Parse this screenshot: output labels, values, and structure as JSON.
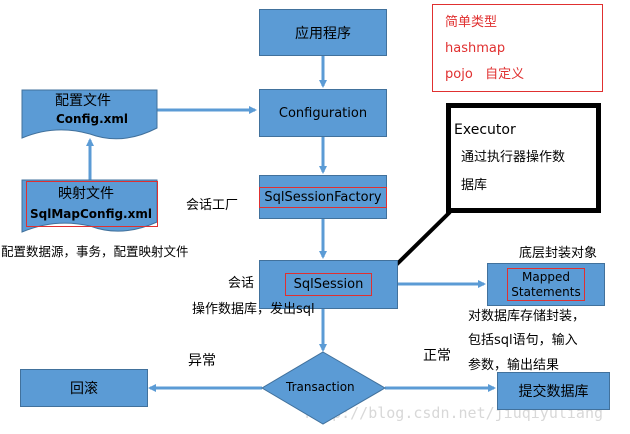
{
  "nodes": {
    "app": "应用程序",
    "configuration": "Configuration",
    "factory": "SqlSessionFactory",
    "session": "SqlSession",
    "mapped_line1": "Mapped",
    "mapped_line2": "Statements",
    "transaction": "Transaction",
    "rollback": "回滚",
    "commit": "提交数据库",
    "config_doc_line1": "配置文件",
    "config_doc_line2": "Config.xml",
    "map_doc_line1": "映射文件",
    "map_doc_line2": "SqlMapConfig.xml"
  },
  "labels": {
    "factory_note": "会话工厂",
    "session_note": "会话",
    "session_desc": "操作数据库，发出sql",
    "map_desc": "配置数据源，事务，配置映射文件",
    "mapped_note": "底层封装对象",
    "mapped_desc1": "对数据库存储封装，",
    "mapped_desc2": "包括sql语句，输入",
    "mapped_desc3": "参数，输出结果",
    "exception": "异常",
    "normal": "正常",
    "watermark": "http://blog.csdn.net/jiuqiyuliang"
  },
  "types_box": {
    "line1": "简单类型",
    "line2": "hashmap",
    "line3": "pojo   自定义"
  },
  "executor": {
    "title": "Executor",
    "line1": "通过执行器操作数",
    "line2": "据库"
  },
  "colors": {
    "box_fill": "#5b9bd5",
    "box_border": "#41719c",
    "highlight": "#e03030"
  }
}
